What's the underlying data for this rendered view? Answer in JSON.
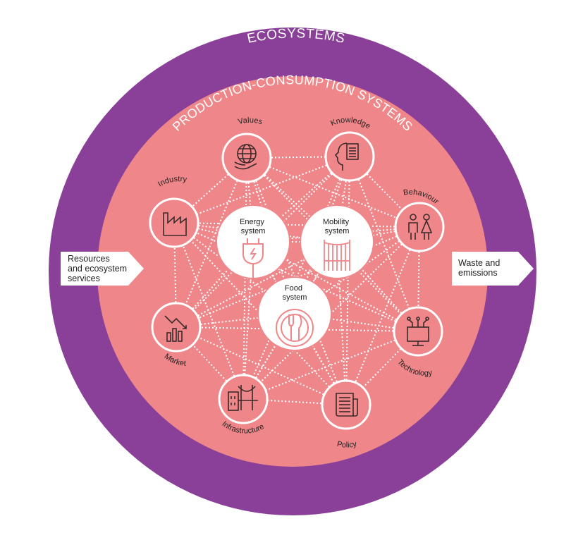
{
  "title_outer": "ECOSYSTEMS",
  "title_inner": "PRODUCTION-CONSUMPTION SYSTEMS",
  "inputs": {
    "left": [
      "Resources",
      "and ecosystem",
      "services"
    ],
    "right": [
      "Waste and",
      "emissions"
    ]
  },
  "nodes": {
    "values": "Values",
    "knowledge": "Knowledge",
    "behaviour": "Behaviour",
    "technology": "Technology",
    "policy": "Policy",
    "infrastructure": "Infrastructure",
    "market": "Market",
    "industry": "Industry"
  },
  "systems": {
    "energy": [
      "Energy",
      "system"
    ],
    "mobility": [
      "Mobility",
      "system"
    ],
    "food": [
      "Food",
      "system"
    ]
  },
  "colors": {
    "outer_ring": "#8a3f99",
    "inner_disc": "#ef878a",
    "node_fill": "#ef878a",
    "node_stroke": "#ffffff",
    "icon": "#3a2a2a"
  },
  "icons": {
    "values": "globe-in-hand-icon",
    "knowledge": "head-with-document-icon",
    "behaviour": "people-icon",
    "technology": "monitor-network-icon",
    "policy": "document-icon",
    "infrastructure": "bridge-buildings-icon",
    "market": "declining-chart-icon",
    "industry": "factory-icon",
    "energy": "plug-icon",
    "mobility": "transit-icon",
    "food": "plate-cutlery-icon"
  }
}
